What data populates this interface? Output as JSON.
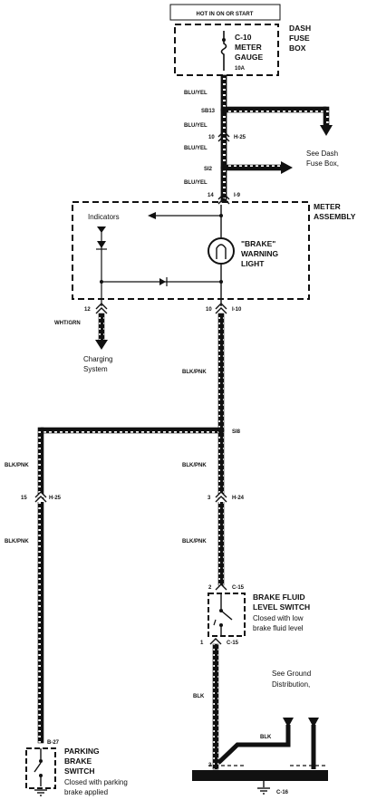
{
  "header": {
    "power_label": "HOT IN ON OR START"
  },
  "fuse_box": {
    "title_line1": "DASH",
    "title_line2": "FUSE",
    "title_line3": "BOX",
    "fuse_line1": "C-10",
    "fuse_line2": "METER",
    "fuse_line3": "GAUGE",
    "fuse_rating": "10A"
  },
  "wires": {
    "blu_yel_1": "BLU/YEL",
    "blu_yel_2": "BLU/YEL",
    "blu_yel_3": "BLU/YEL",
    "blu_yel_4": "BLU/YEL",
    "wht_grn": "WHT/GRN",
    "blk_pnk_main": "BLK/PNK",
    "blk_pnk_left_1": "BLK/PNK",
    "blk_pnk_left_2": "BLK/PNK",
    "blk_pnk_right_1": "BLK/PNK",
    "blk_pnk_right_2": "BLK/PNK",
    "blk_lower": "BLK",
    "blk_ground": "BLK"
  },
  "splices": {
    "sb13": "SB13",
    "si2": "SI2",
    "si8": "SI8"
  },
  "connectors": {
    "h25_pin": "10",
    "h25": "H-25",
    "i9_pin": "14",
    "i9": "I-9",
    "pin12": "12",
    "i10_pin": "10",
    "i10": "I-10",
    "h25_left_pin": "15",
    "h25_left": "H-25",
    "h24_pin": "3",
    "h24": "H-24",
    "c15_top_pin": "2",
    "c15_top": "C-15",
    "c15_bot_pin": "1",
    "c15_bot": "C-15",
    "b27": "B-27",
    "c16_pin": "3",
    "c16": "C-16"
  },
  "notes": {
    "see_dash_fuse_line1": "See Dash",
    "see_dash_fuse_line2": "Fuse Box,",
    "charging_line1": "Charging",
    "charging_line2": "System",
    "see_ground_line1": "See Ground",
    "see_ground_line2": "Distribution,"
  },
  "meter_assembly": {
    "title_line1": "METER",
    "title_line2": "ASSEMBLY",
    "indicators": "Indicators",
    "light_line1": "\"BRAKE\"",
    "light_line2": "WARNING",
    "light_line3": "LIGHT"
  },
  "brake_fluid_switch": {
    "title_line1": "BRAKE FLUID",
    "title_line2": "LEVEL SWITCH",
    "desc_line1": "Closed with low",
    "desc_line2": "brake fluid level"
  },
  "parking_switch": {
    "title_line1": "PARKING",
    "title_line2": "BRAKE",
    "title_line3": "SWITCH",
    "desc_line1": "Closed with parking",
    "desc_line2": "brake applied"
  },
  "colors": {
    "line": "#111111",
    "background": "#ffffff"
  }
}
